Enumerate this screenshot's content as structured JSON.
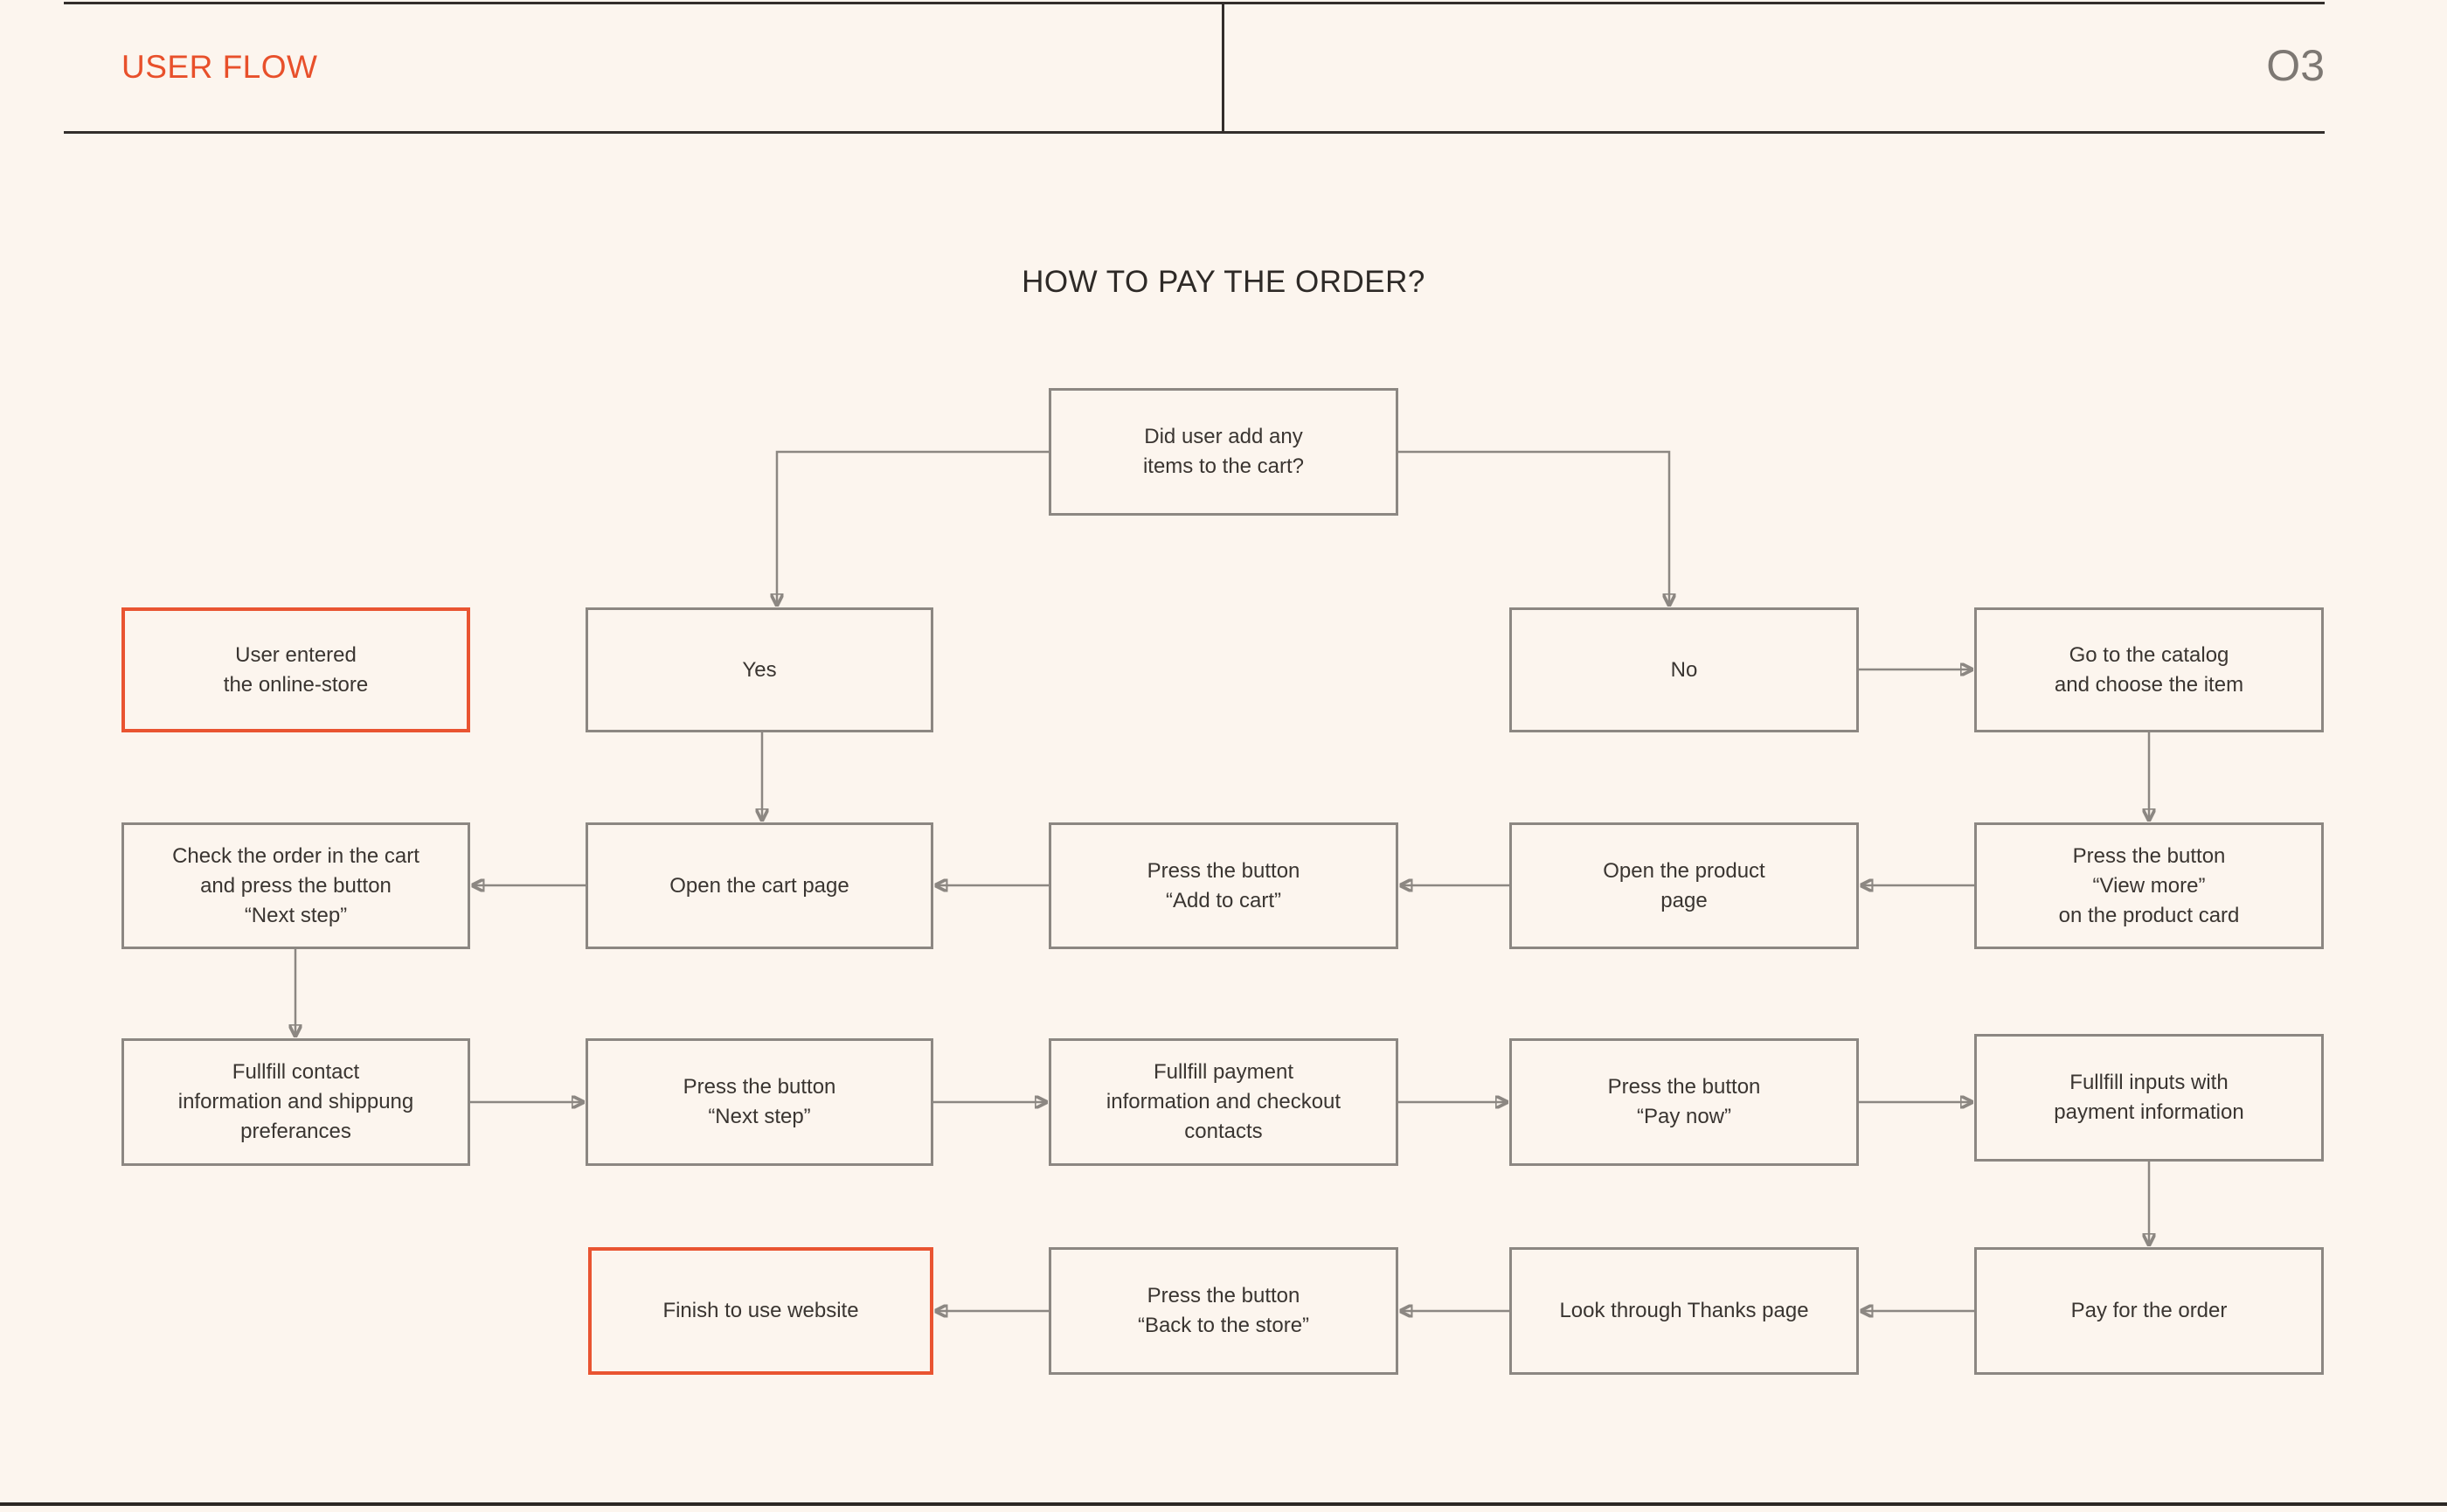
{
  "header": {
    "label": "USER FLOW",
    "page_number": "O3"
  },
  "title": "HOW TO PAY THE ORDER?",
  "colors": {
    "background": "#FCF5EE",
    "accent_orange": "#E95431",
    "header_line_dark": "#332E2B",
    "box_border_gray": "#8C8782",
    "connector_gray": "#8C8782",
    "text_dark": "#3A3531",
    "page_number_gray": "#7D7873"
  },
  "flow": {
    "nodes": [
      {
        "id": "did-user-add-items",
        "label": "Did user add any\nitems to the cart?",
        "highlight": false
      },
      {
        "id": "user-entered-store",
        "label": "User entered\nthe online-store",
        "highlight": true
      },
      {
        "id": "yes",
        "label": "Yes",
        "highlight": false
      },
      {
        "id": "no",
        "label": "No",
        "highlight": false
      },
      {
        "id": "go-to-catalog",
        "label": "Go to the catalog\nand choose the item",
        "highlight": false
      },
      {
        "id": "check-order",
        "label": "Check the order in the cart\nand press the button\n“Next step”",
        "highlight": false
      },
      {
        "id": "open-cart-page",
        "label": "Open the cart page",
        "highlight": false
      },
      {
        "id": "add-to-cart",
        "label": "Press the button\n“Add to cart”",
        "highlight": false
      },
      {
        "id": "open-product-page",
        "label": "Open the product\npage",
        "highlight": false
      },
      {
        "id": "view-more",
        "label": "Press the button\n“View more”\non the product card",
        "highlight": false
      },
      {
        "id": "fullfill-contact",
        "label": "Fullfill contact\ninformation and shippung\npreferances",
        "highlight": false
      },
      {
        "id": "next-step",
        "label": "Press the button\n“Next step”",
        "highlight": false
      },
      {
        "id": "fullfill-payment",
        "label": "Fullfill payment\ninformation and checkout\ncontacts",
        "highlight": false
      },
      {
        "id": "pay-now",
        "label": "Press the button\n“Pay now”",
        "highlight": false
      },
      {
        "id": "fullfill-inputs",
        "label": "Fullfill inputs with\npayment information",
        "highlight": false
      },
      {
        "id": "finish",
        "label": "Finish to use website",
        "highlight": true
      },
      {
        "id": "back-to-store",
        "label": "Press the button\n“Back to the store”",
        "highlight": false
      },
      {
        "id": "thanks-page",
        "label": "Look through Thanks page",
        "highlight": false
      },
      {
        "id": "pay-for-order",
        "label": "Pay for the order",
        "highlight": false
      }
    ],
    "edges": [
      {
        "from": "did-user-add-items",
        "to": "yes"
      },
      {
        "from": "did-user-add-items",
        "to": "no"
      },
      {
        "from": "no",
        "to": "go-to-catalog"
      },
      {
        "from": "go-to-catalog",
        "to": "view-more"
      },
      {
        "from": "view-more",
        "to": "open-product-page"
      },
      {
        "from": "open-product-page",
        "to": "add-to-cart"
      },
      {
        "from": "add-to-cart",
        "to": "open-cart-page"
      },
      {
        "from": "yes",
        "to": "open-cart-page"
      },
      {
        "from": "open-cart-page",
        "to": "check-order"
      },
      {
        "from": "check-order",
        "to": "fullfill-contact"
      },
      {
        "from": "fullfill-contact",
        "to": "next-step"
      },
      {
        "from": "next-step",
        "to": "fullfill-payment"
      },
      {
        "from": "fullfill-payment",
        "to": "pay-now"
      },
      {
        "from": "pay-now",
        "to": "fullfill-inputs"
      },
      {
        "from": "fullfill-inputs",
        "to": "pay-for-order"
      },
      {
        "from": "pay-for-order",
        "to": "thanks-page"
      },
      {
        "from": "thanks-page",
        "to": "back-to-store"
      },
      {
        "from": "back-to-store",
        "to": "finish"
      }
    ]
  }
}
